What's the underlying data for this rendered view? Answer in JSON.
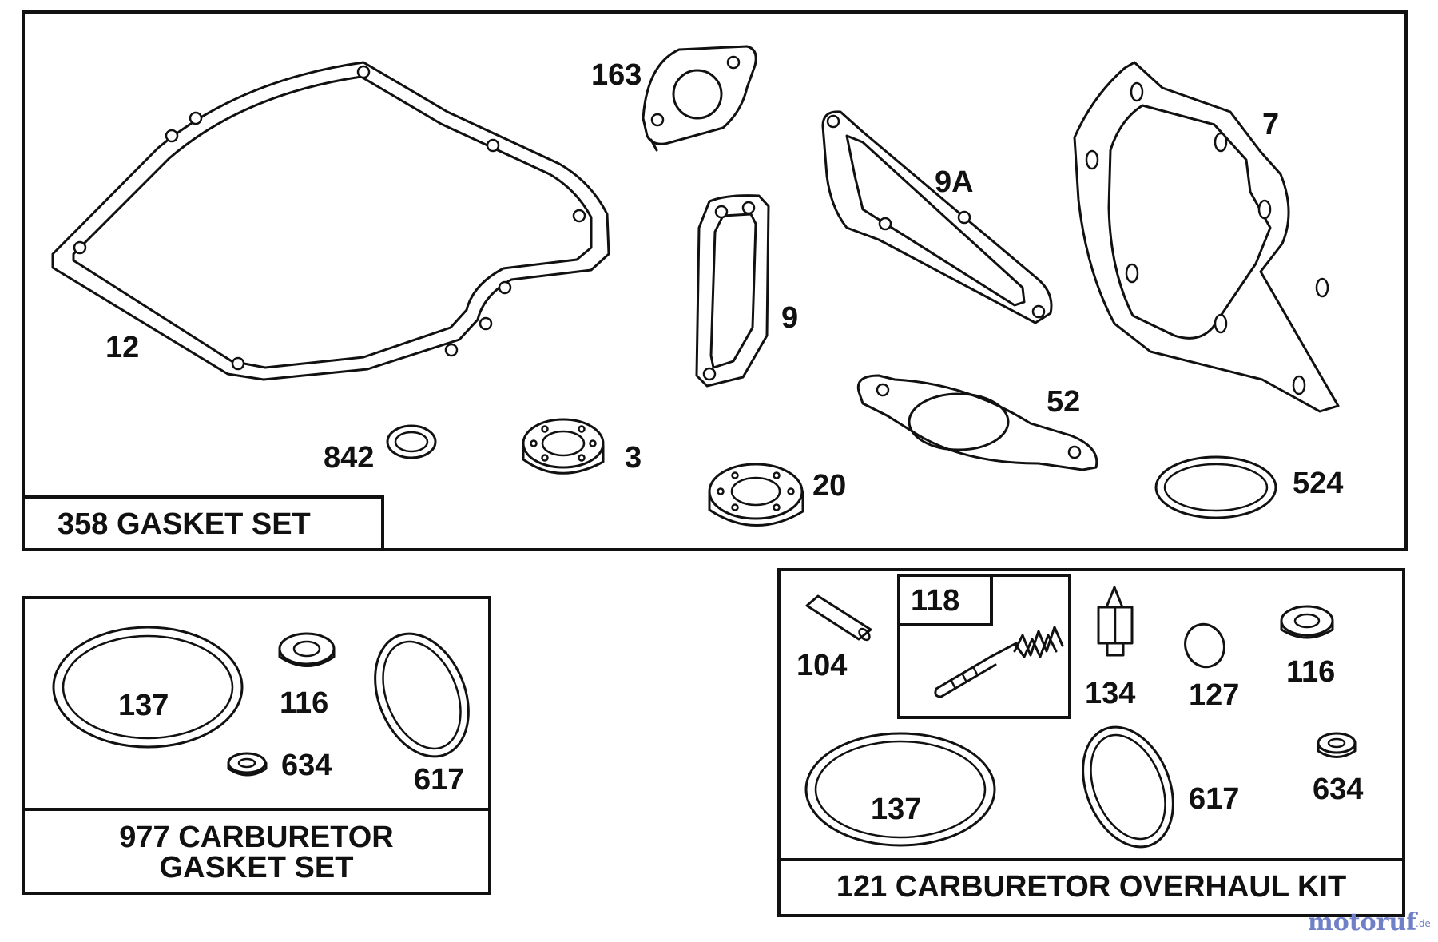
{
  "panels": {
    "gasket_set": {
      "title": "358 GASKET SET"
    },
    "carb_gasket_set": {
      "title_line1": "977 CARBURETOR",
      "title_line2": "GASKET SET"
    },
    "overhaul_kit": {
      "title": "121 CARBURETOR OVERHAUL KIT",
      "sub_box_label": "118"
    }
  },
  "callouts": {
    "gasket_set": [
      "12",
      "163",
      "9",
      "9A",
      "7",
      "842",
      "3",
      "20",
      "52",
      "524"
    ],
    "carb_gasket_set": [
      "137",
      "116",
      "634",
      "617"
    ],
    "overhaul_kit": [
      "104",
      "134",
      "127",
      "116",
      "137",
      "617",
      "634"
    ]
  },
  "watermark": {
    "brand": "motoruf",
    "tld": ".de"
  },
  "colors": {
    "ink": "#111111",
    "background": "#ffffff",
    "watermark": "#6f7fc8"
  }
}
